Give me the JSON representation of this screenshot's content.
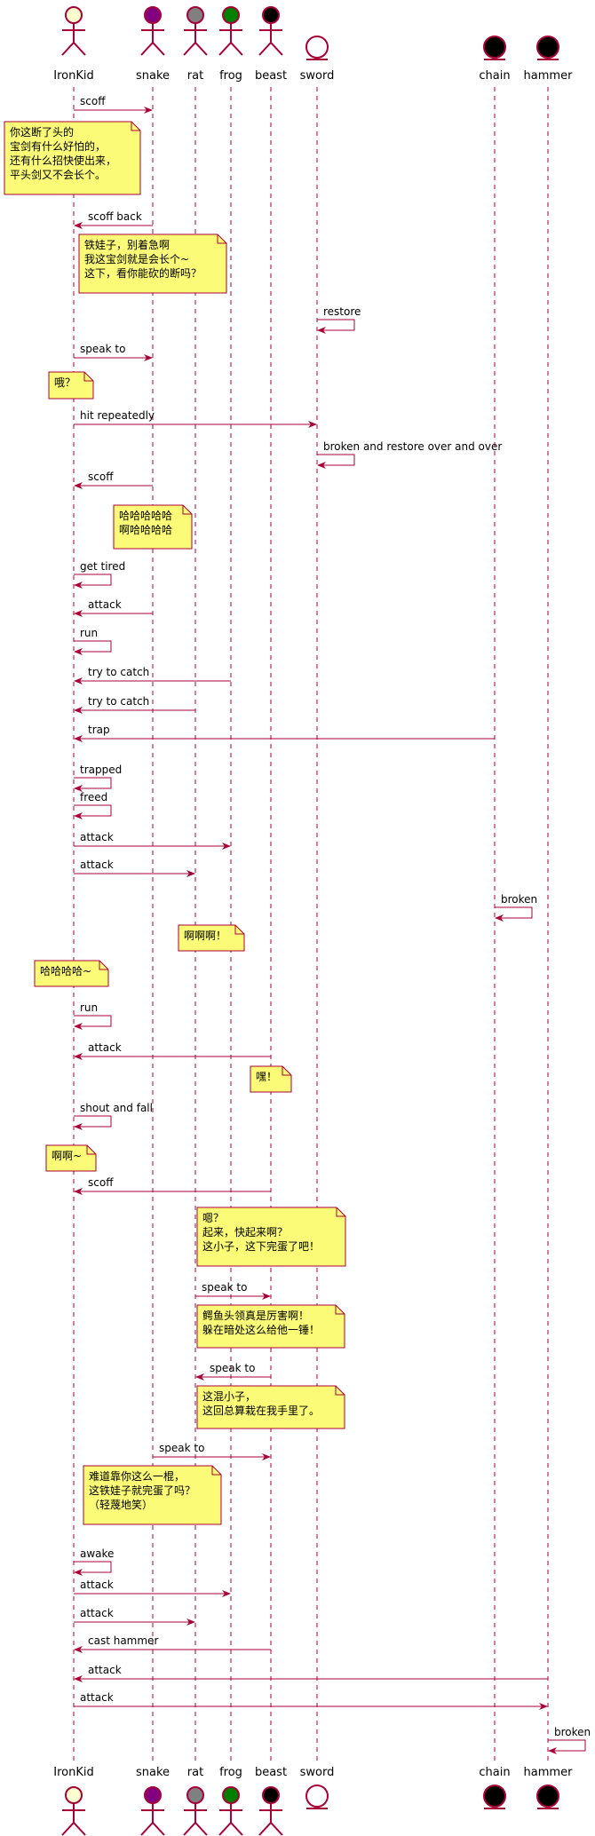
{
  "participants": [
    {
      "id": "IronKid",
      "label": "IronKid",
      "kind": "actor",
      "fill": "#FEFECE"
    },
    {
      "id": "snake",
      "label": "snake",
      "kind": "actor",
      "fill": "#800080"
    },
    {
      "id": "rat",
      "label": "rat",
      "kind": "actor",
      "fill": "#808080"
    },
    {
      "id": "frog",
      "label": "frog",
      "kind": "actor",
      "fill": "#008000"
    },
    {
      "id": "beast",
      "label": "beast",
      "kind": "actor",
      "fill": "#000000"
    },
    {
      "id": "sword",
      "label": "sword",
      "kind": "entity",
      "fill": "#FFFFFF"
    },
    {
      "id": "chain",
      "label": "chain",
      "kind": "entity",
      "fill": "#000000"
    },
    {
      "id": "hammer",
      "label": "hammer",
      "kind": "entity",
      "fill": "#000000"
    }
  ],
  "events": [
    {
      "type": "msg",
      "from": "IronKid",
      "to": "snake",
      "label": "scoff"
    },
    {
      "type": "note",
      "over": "IronKid",
      "lines": [
        "你这断了头的",
        "宝剑有什么好怕的，",
        "还有什么招快使出来，",
        "平头剑又不会长个。"
      ]
    },
    {
      "type": "msg",
      "from": "snake",
      "to": "IronKid",
      "label": "scoff back"
    },
    {
      "type": "note",
      "over": "snake",
      "lines": [
        "铁娃子，别着急啊",
        "我这宝剑就是会长个~",
        "这下，看你能砍的断吗？"
      ]
    },
    {
      "type": "msg",
      "from": "sword",
      "to": "sword",
      "label": "restore"
    },
    {
      "type": "msg",
      "from": "IronKid",
      "to": "snake",
      "label": "speak to"
    },
    {
      "type": "note",
      "over": "IronKid",
      "lines": [
        "哦？"
      ]
    },
    {
      "type": "msg",
      "from": "IronKid",
      "to": "sword",
      "label": "hit repeatedly"
    },
    {
      "type": "msg",
      "from": "sword",
      "to": "sword",
      "label": "broken and restore over and over"
    },
    {
      "type": "msg",
      "from": "snake",
      "to": "IronKid",
      "label": "scoff"
    },
    {
      "type": "note",
      "over": "snake",
      "lines": [
        "哈哈哈哈哈",
        "啊哈哈哈哈"
      ]
    },
    {
      "type": "msg",
      "from": "IronKid",
      "to": "IronKid",
      "label": "get tired"
    },
    {
      "type": "msg",
      "from": "snake",
      "to": "IronKid",
      "label": "attack"
    },
    {
      "type": "msg",
      "from": "IronKid",
      "to": "IronKid",
      "label": "run"
    },
    {
      "type": "msg",
      "from": "frog",
      "to": "IronKid",
      "label": "try to catch"
    },
    {
      "type": "msg",
      "from": "rat",
      "to": "IronKid",
      "label": "try to catch"
    },
    {
      "type": "msg",
      "from": "chain",
      "to": "IronKid",
      "label": "trap"
    },
    {
      "type": "msg",
      "from": "IronKid",
      "to": "IronKid",
      "label": "trapped"
    },
    {
      "type": "msg",
      "from": "IronKid",
      "to": "IronKid",
      "label": "freed"
    },
    {
      "type": "msg",
      "from": "IronKid",
      "to": "frog",
      "label": "attack"
    },
    {
      "type": "msg",
      "from": "IronKid",
      "to": "rat",
      "label": "attack"
    },
    {
      "type": "msg",
      "from": "chain",
      "to": "chain",
      "label": "broken"
    },
    {
      "type": "note",
      "over": "rat",
      "lines": [
        "啊啊啊！"
      ]
    },
    {
      "type": "note",
      "over": "IronKid",
      "lines": [
        "哈哈哈哈~"
      ]
    },
    {
      "type": "msg",
      "from": "IronKid",
      "to": "IronKid",
      "label": "run"
    },
    {
      "type": "msg",
      "from": "beast",
      "to": "IronKid",
      "label": "attack"
    },
    {
      "type": "note",
      "over": "beast",
      "lines": [
        "嘿！"
      ]
    },
    {
      "type": "msg",
      "from": "IronKid",
      "to": "IronKid",
      "label": "shout and fall"
    },
    {
      "type": "note",
      "over": "IronKid",
      "lines": [
        "啊啊~"
      ]
    },
    {
      "type": "msg",
      "from": "beast",
      "to": "IronKid",
      "label": "scoff"
    },
    {
      "type": "note",
      "over": "rat",
      "lines": [
        "嗯？",
        "起来，快起来啊？",
        "这小子，这下完蛋了吧！"
      ]
    },
    {
      "type": "msg",
      "from": "rat",
      "to": "beast",
      "label": "speak to"
    },
    {
      "type": "note",
      "over": "rat",
      "lines": [
        "鳄鱼头领真是厉害啊！",
        "躲在暗处这么给他一锤！"
      ]
    },
    {
      "type": "msg",
      "from": "beast",
      "to": "rat",
      "label": "speak to"
    },
    {
      "type": "note",
      "over": "rat",
      "lines": [
        "这混小子，",
        "这回总算栽在我手里了。"
      ]
    },
    {
      "type": "msg",
      "from": "snake",
      "to": "beast",
      "label": "speak to"
    },
    {
      "type": "note",
      "over": "IronKid",
      "lines": [
        "难道靠你这么一棍，",
        "这铁娃子就完蛋了吗？",
        "（轻蔑地笑）"
      ]
    },
    {
      "type": "msg",
      "from": "IronKid",
      "to": "IronKid",
      "label": "awake"
    },
    {
      "type": "msg",
      "from": "IronKid",
      "to": "frog",
      "label": "attack"
    },
    {
      "type": "msg",
      "from": "IronKid",
      "to": "rat",
      "label": "attack"
    },
    {
      "type": "msg",
      "from": "beast",
      "to": "IronKid",
      "label": "cast hammer"
    },
    {
      "type": "msg",
      "from": "hammer",
      "to": "IronKid",
      "label": "attack"
    },
    {
      "type": "msg",
      "from": "IronKid",
      "to": "hammer",
      "label": "attack"
    },
    {
      "type": "msg",
      "from": "hammer",
      "to": "hammer",
      "label": "broken"
    }
  ],
  "colors": {
    "arrow": "#A80036",
    "lifeline": "#A80036",
    "note_fill": "#FBFB77",
    "note_stroke": "#A80036"
  }
}
